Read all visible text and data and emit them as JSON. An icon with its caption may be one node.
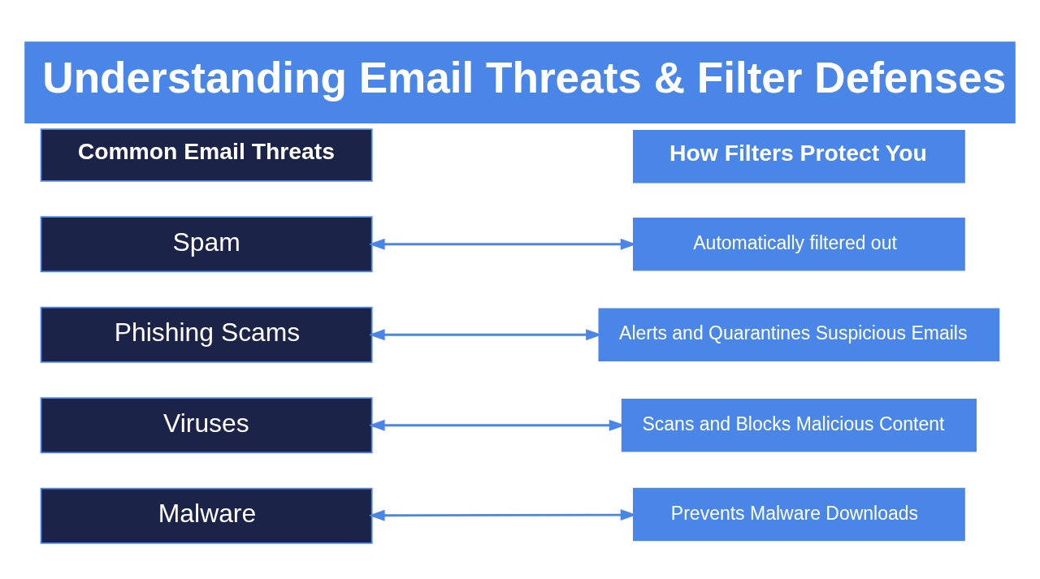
{
  "diagram": {
    "title": "Understanding Email Threats & Filter Defenses",
    "nodes": [
      {
        "text": [
          "Common Email Threats"
        ]
      },
      {
        "text": [
          "How Filters Protect You"
        ]
      },
      {
        "text": [
          "Spam"
        ]
      },
      {
        "text": [
          "Phishing Scams"
        ]
      },
      {
        "text": [
          "Viruses"
        ]
      },
      {
        "text": [
          "Malware"
        ]
      },
      {
        "text": [
          "Automatically filtered out"
        ]
      },
      {
        "text": [
          "Alerts and Quarantines Suspicious Emails"
        ]
      },
      {
        "text": [
          "Scans and Blocks Malicious Content"
        ]
      },
      {
        "text": [
          "Prevents Malware Downloads"
        ]
      }
    ],
    "edges": [
      {
        "from": 2,
        "to": 6,
        "arrow": "both"
      },
      {
        "from": 3,
        "to": 7,
        "arrow": "both"
      },
      {
        "from": 4,
        "to": 8,
        "arrow": "both"
      },
      {
        "from": 5,
        "to": 9,
        "arrow": "both"
      }
    ]
  }
}
